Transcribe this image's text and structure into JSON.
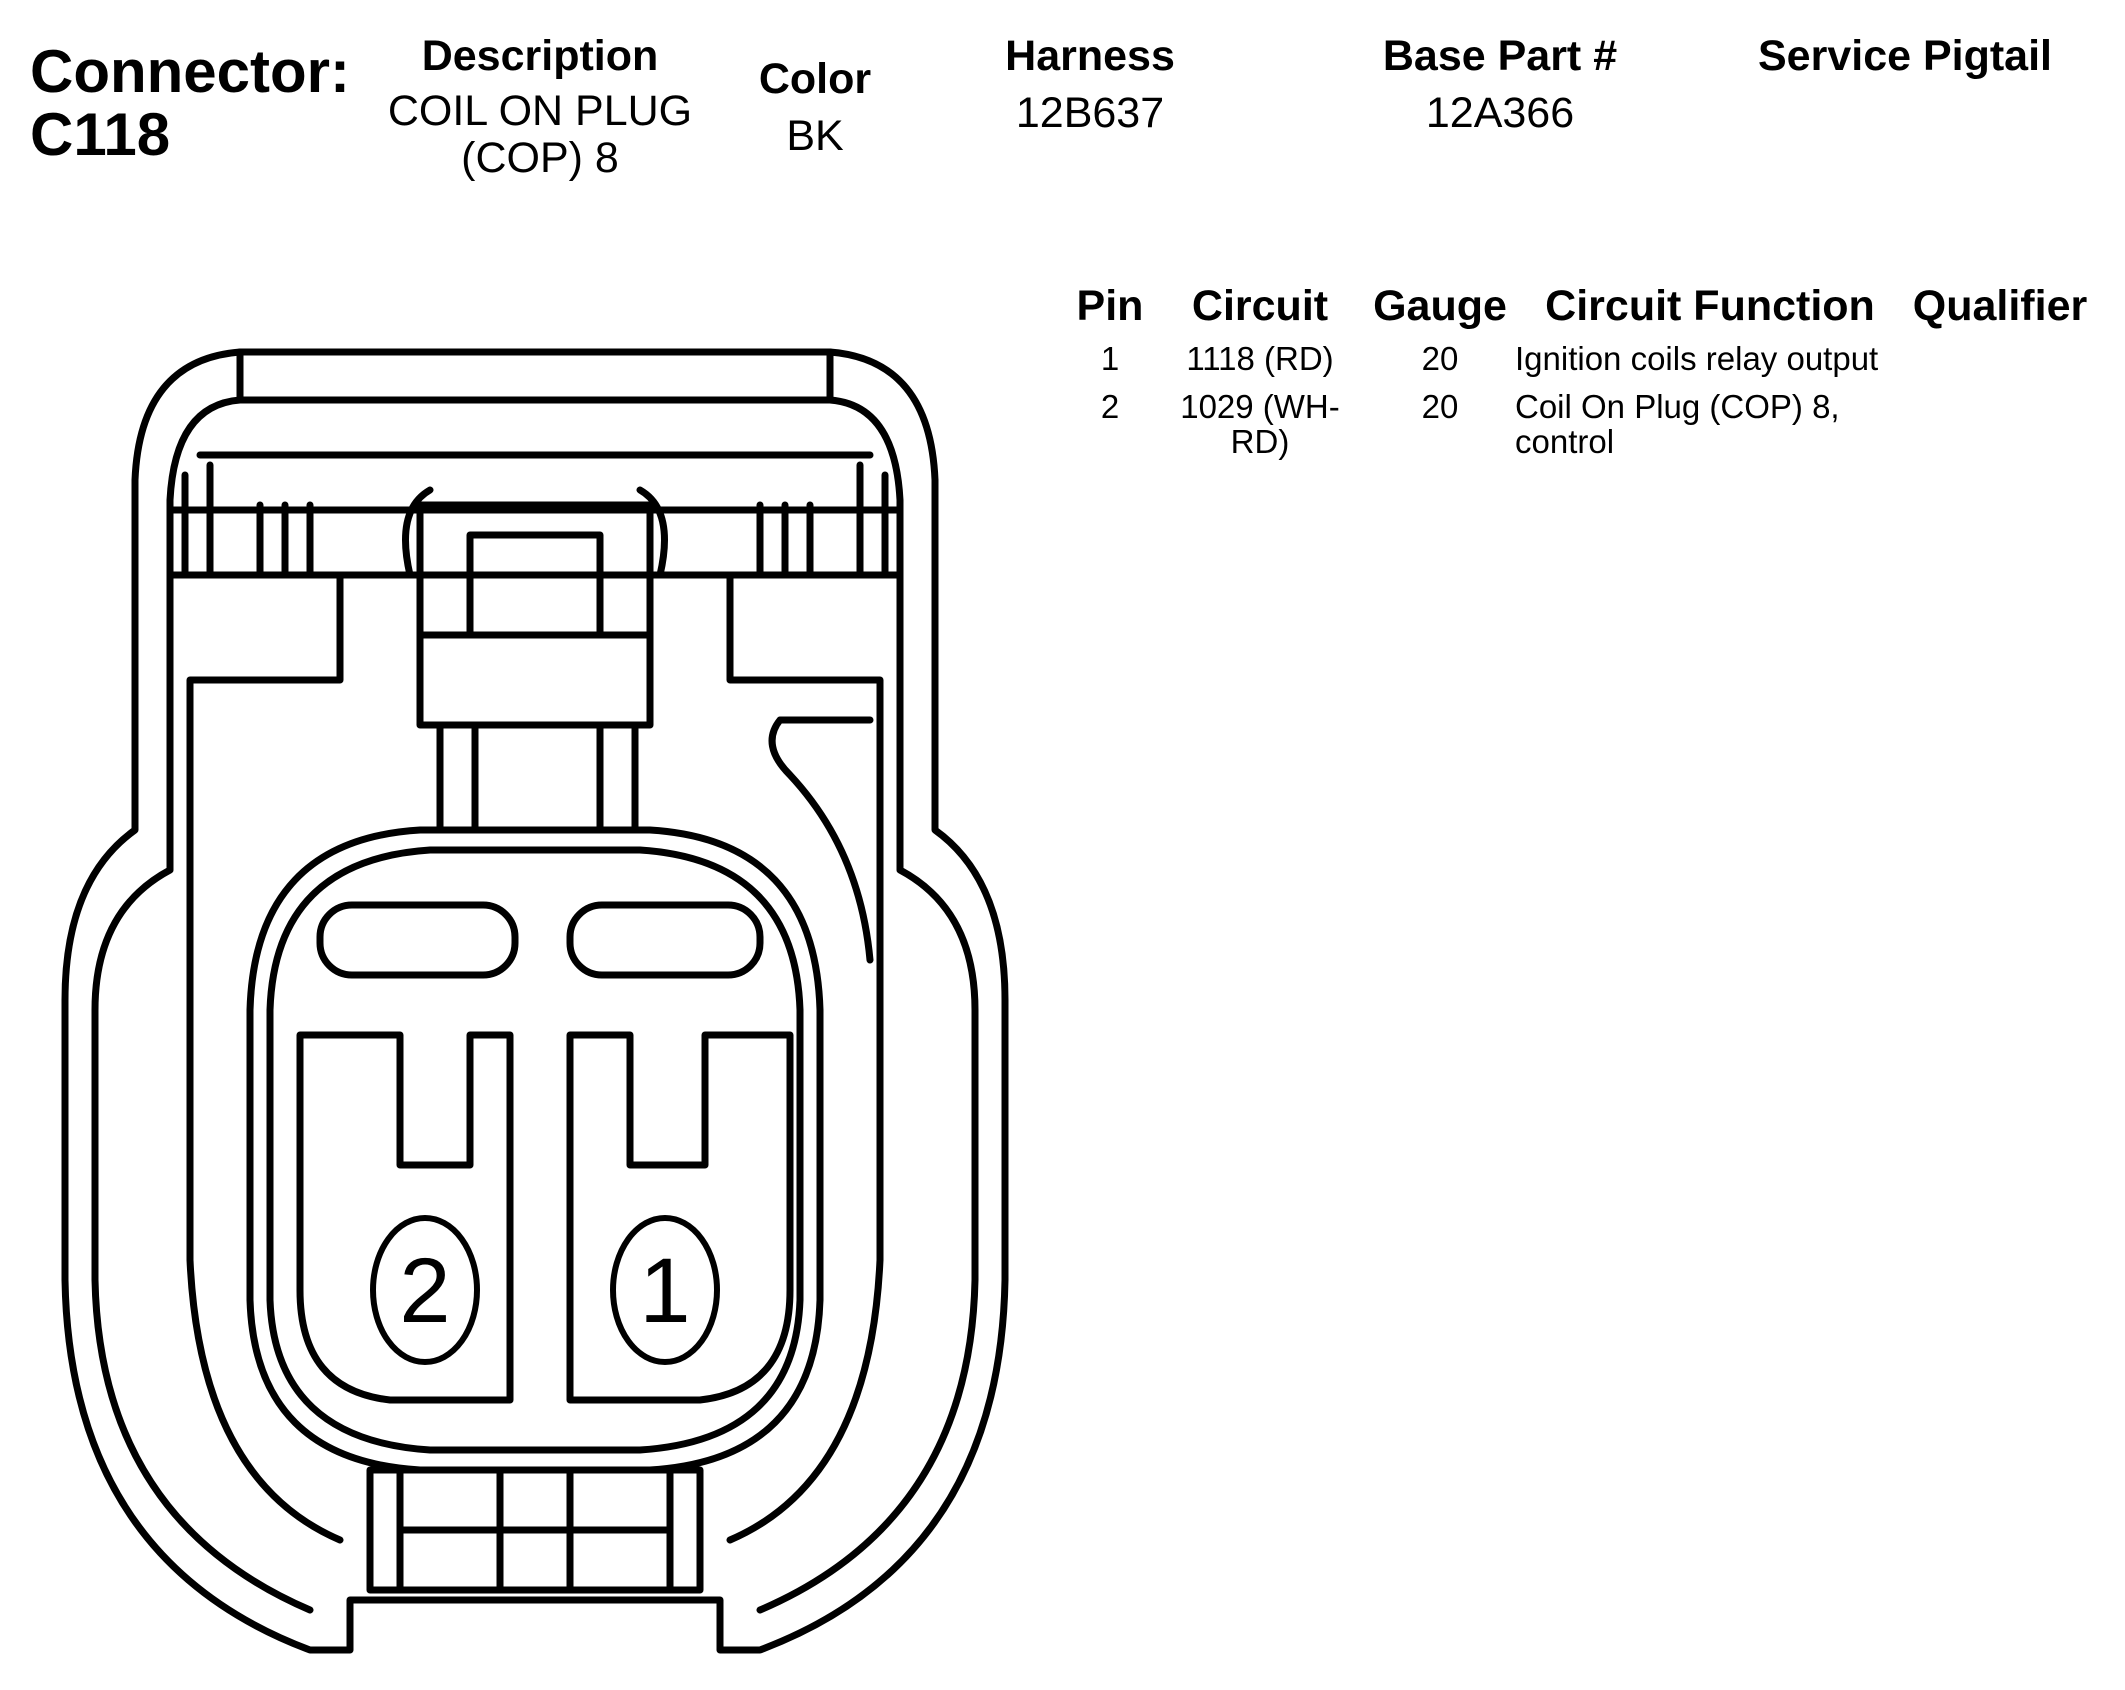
{
  "connector": {
    "label": "Connector:",
    "id": "C118"
  },
  "header": {
    "description_label": "Description",
    "description_value": "COIL ON PLUG (COP) 8",
    "color_label": "Color",
    "color_value": "BK",
    "harness_label": "Harness",
    "harness_value": "12B637",
    "base_part_label": "Base Part #",
    "base_part_value": "12A366",
    "service_pigtail_label": "Service Pigtail",
    "service_pigtail_value": ""
  },
  "pin_table": {
    "columns": [
      "Pin",
      "Circuit",
      "Gauge",
      "Circuit Function",
      "Qualifier"
    ],
    "rows": [
      {
        "pin": "1",
        "circuit": "1118 (RD)",
        "gauge": "20",
        "function": "Ignition coils relay output",
        "qualifier": ""
      },
      {
        "pin": "2",
        "circuit": "1029 (WH-RD)",
        "gauge": "20",
        "function": "Coil On Plug (COP) 8, control",
        "qualifier": ""
      }
    ]
  },
  "diagram": {
    "pin_labels": [
      "2",
      "1"
    ]
  }
}
